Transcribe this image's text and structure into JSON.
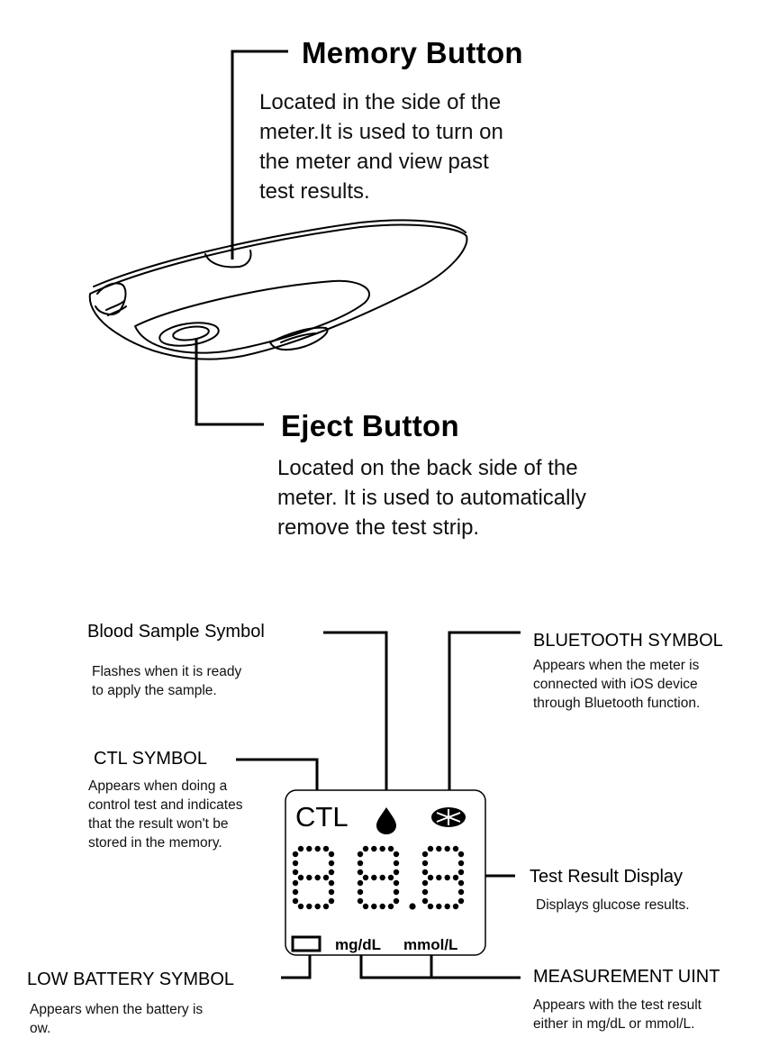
{
  "memory": {
    "title": "Memory Button",
    "lines": [
      "Located in the side of the",
      "meter.It is used to turn on",
      "the meter and view past",
      "test results."
    ]
  },
  "eject": {
    "title": "Eject Button",
    "lines": [
      "Located on the back side of the",
      "meter. It is used to automatically",
      "remove the test strip."
    ]
  },
  "blood": {
    "title": "Blood Sample Symbol",
    "lines": [
      "Flashes when it is ready",
      "to apply the sample."
    ]
  },
  "bluetooth": {
    "title": "BLUETOOTH SYMBOL",
    "lines": [
      "Appears when the meter is",
      "connected with iOS device",
      "through Bluetooth function."
    ]
  },
  "ctl": {
    "title": "CTL SYMBOL",
    "lines": [
      "Appears when doing a",
      "control test and indicates",
      "that the result won't be",
      "stored in the memory."
    ]
  },
  "result": {
    "title": "Test Result Display",
    "lines": [
      "Displays glucose results."
    ]
  },
  "battery": {
    "title": "LOW BATTERY SYMBOL",
    "lines": [
      "Appears when the battery is",
      "ow."
    ]
  },
  "unit": {
    "title": "MEASUREMENT UINT",
    "lines": [
      "Appears with the test result",
      "either in mg/dL or mmol/L."
    ]
  },
  "lcd": {
    "ctl_label": "CTL",
    "unit_mgdl": "mg/dL",
    "unit_mmol": "mmol/L",
    "digits": "88.8"
  }
}
